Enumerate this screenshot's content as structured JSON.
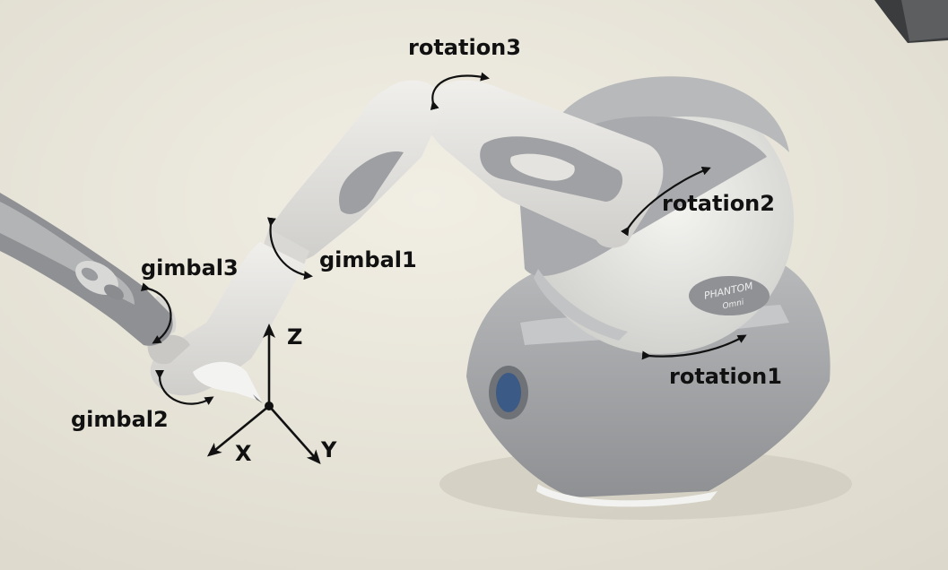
{
  "labels": {
    "rotation1": "rotation1",
    "rotation2": "rotation2",
    "rotation3": "rotation3",
    "gimbal1": "gimbal1",
    "gimbal2": "gimbal2",
    "gimbal3": "gimbal3"
  },
  "axes": {
    "x": "X",
    "y": "Y",
    "z": "Z"
  },
  "brand": {
    "line1": "PHANTOM",
    "line2": "Omni"
  },
  "colors": {
    "background": "#ece8dc",
    "device_light": "#e2e1dd",
    "device_grey": "#a8a9ab",
    "device_dark": "#85878a",
    "annotation": "#111111"
  }
}
